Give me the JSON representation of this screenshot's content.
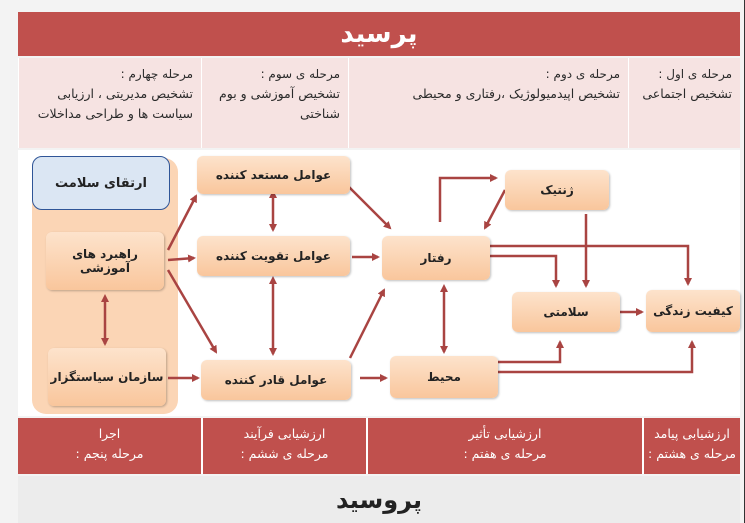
{
  "header": {
    "title": "پرسید"
  },
  "footer": {
    "title": "پروسید"
  },
  "stages": [
    {
      "title": "مرحله ی اول :",
      "desc": "تشخیص اجتماعی"
    },
    {
      "title": "مرحله ی دوم :",
      "desc": "تشخیص اپیدمیولوژیک ،رفتاری و محیطی"
    },
    {
      "title": "مرحله ی سوم :",
      "desc": "تشخیص آموزشی و بوم شناختی"
    },
    {
      "title": "مرحله چهارم :",
      "desc": "تشخیص مدیریتی ، ارزیابی سیاست ها و طراحی مداخلات"
    }
  ],
  "evaluations": [
    {
      "title": "ارزشیابی پیامد",
      "stage": "مرحله ی هشتم :"
    },
    {
      "title": "ارزشیابی تأثیر",
      "stage": "مرحله ی هفتم :"
    },
    {
      "title": "ارزشیابی فرآیند",
      "stage": "مرحله ی ششم :"
    },
    {
      "title": "اجرا",
      "stage": "مرحله پنجم :"
    }
  ],
  "nodes": {
    "health_promotion": "ارتقای سلامت",
    "educational_strategies": "راهبرد های آموزشی",
    "policy_org": "سازمان سیاستگزار",
    "predisposing": "عوامل مستعد کننده",
    "reinforcing": "عوامل تقویت کننده",
    "enabling": "عوامل قادر کننده",
    "behavior": "رفتار",
    "environment": "محیط",
    "genetics": "ژنتیک",
    "health": "سلامتی",
    "quality_of_life": "کیفیت زندگی"
  },
  "colors": {
    "accent": "#c0504d",
    "node_fill": "#fbd5b5",
    "arrow": "#a94442",
    "blue_border": "#2f5597"
  }
}
